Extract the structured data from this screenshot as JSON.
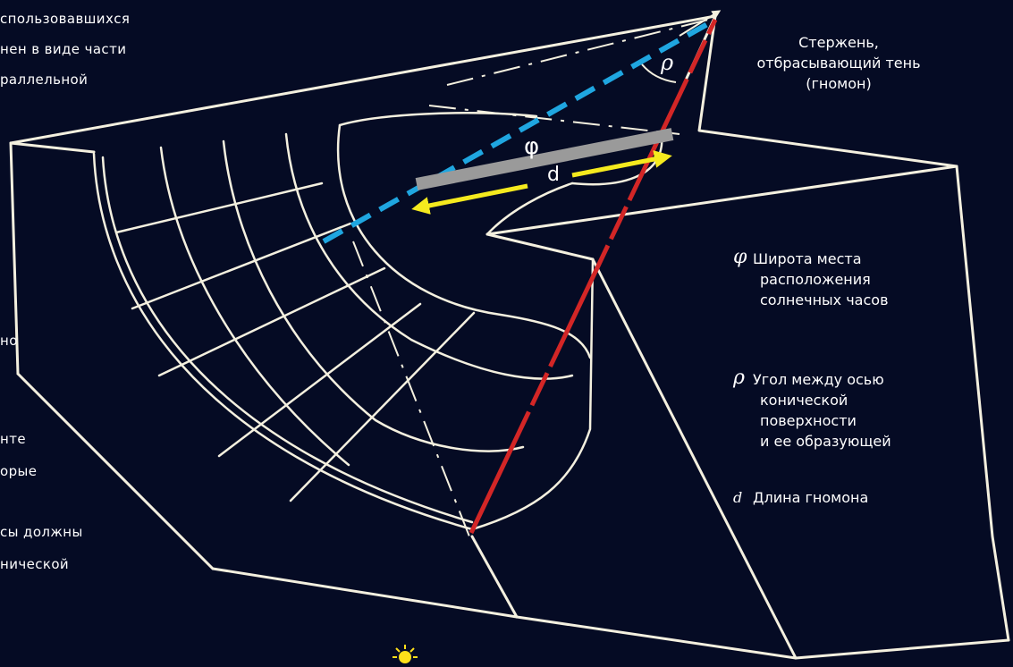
{
  "left_text": [
    "спользовавшихся",
    "нен в виде части",
    "раллельной",
    "но",
    "нте",
    "орые",
    "сы должны",
    "нической"
  ],
  "gnomon_label": [
    "Стержень,",
    "отбрасывающий тень",
    "(гномон)"
  ],
  "diagram_symbols": {
    "rho": "ρ",
    "phi": "φ",
    "d": "d"
  },
  "legend": [
    {
      "symbol": "φ",
      "lines": [
        "Широта места",
        "расположения",
        "солнечных часов"
      ]
    },
    {
      "symbol": "ρ",
      "lines": [
        "Угол между осью",
        "конической",
        "поверхности",
        "и ее образующей"
      ]
    },
    {
      "symbol": "d",
      "lines": [
        "Длина гномона"
      ]
    }
  ],
  "colors": {
    "background": "#050b24",
    "outline": "#f4f0df",
    "axis_blue": "#1fa6e0",
    "axis_red": "#d32626",
    "gnomon_bar": "#9a9a9a",
    "arrow_yellow": "#f5ea1e",
    "sun": "#ffe01a"
  },
  "icons": {
    "sun": "sun-icon"
  }
}
